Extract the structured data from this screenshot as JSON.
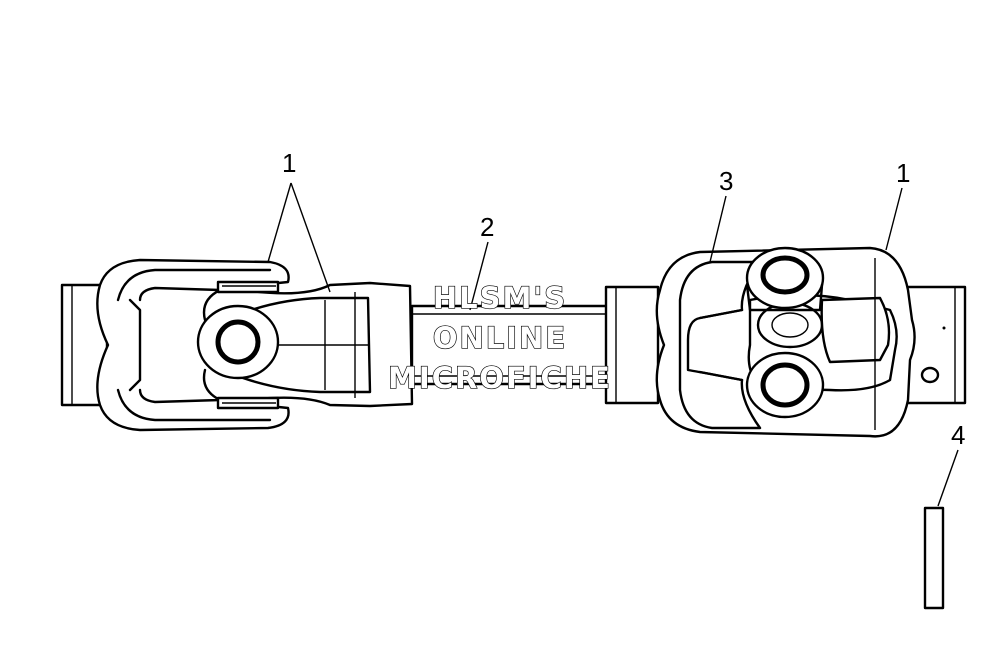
{
  "callouts": {
    "left_yoke": "1",
    "shaft": "2",
    "cross_bearing": "3",
    "right_yoke": "1",
    "pin": "4"
  },
  "watermark": {
    "line1": "HLSM'S",
    "line2": "ONLINE",
    "line3": "MICROFICHE"
  }
}
